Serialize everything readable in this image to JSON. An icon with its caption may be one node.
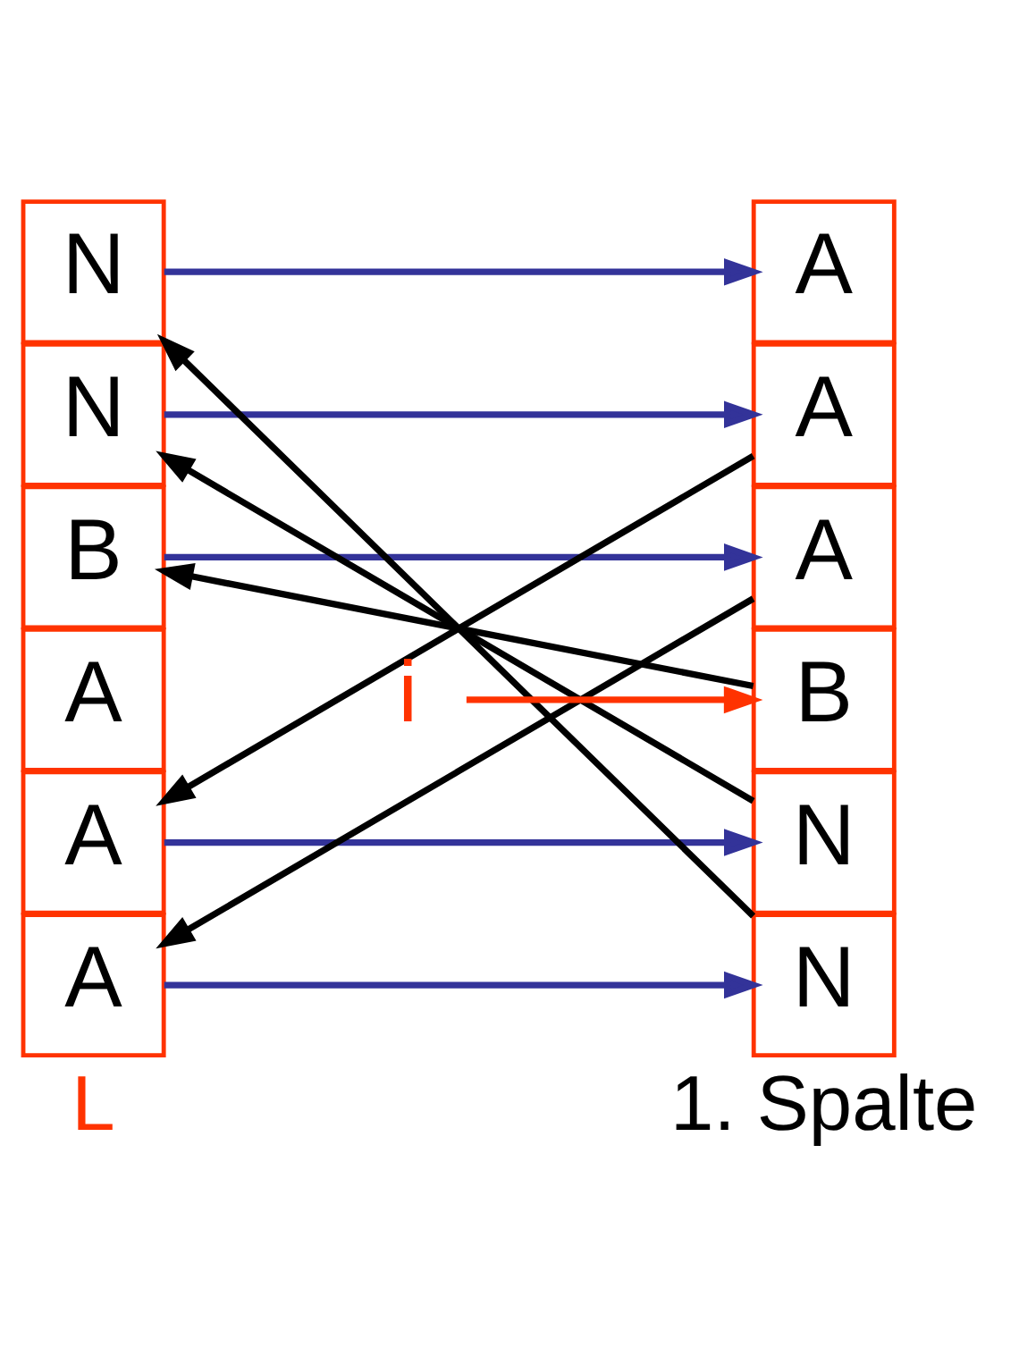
{
  "diagram": {
    "nodes": [
      {
        "text": [
          "N"
        ]
      },
      {
        "text": [
          "N"
        ]
      },
      {
        "text": [
          "B"
        ]
      },
      {
        "text": [
          "A"
        ]
      },
      {
        "text": [
          "A"
        ]
      },
      {
        "text": [
          "A"
        ]
      },
      {
        "text": [
          "A"
        ]
      },
      {
        "text": [
          "A"
        ]
      },
      {
        "text": [
          "A"
        ]
      },
      {
        "text": [
          "B"
        ]
      },
      {
        "text": [
          "N"
        ]
      },
      {
        "text": [
          "N"
        ]
      },
      {
        "text": [
          "i"
        ]
      }
    ],
    "edges": [
      {
        "from": 0,
        "to": 6,
        "arrow": "to",
        "color": "#333399"
      },
      {
        "from": 1,
        "to": 7,
        "arrow": "to",
        "color": "#333399"
      },
      {
        "from": 2,
        "to": 8,
        "arrow": "to",
        "color": "#333399"
      },
      {
        "from": 4,
        "to": 10,
        "arrow": "to",
        "color": "#333399"
      },
      {
        "from": 5,
        "to": 11,
        "arrow": "to",
        "color": "#333399"
      },
      {
        "from": 7,
        "to": 4,
        "arrow": "to",
        "color": "#000000"
      },
      {
        "from": 8,
        "to": 5,
        "arrow": "to",
        "color": "#000000"
      },
      {
        "from": 9,
        "to": 2,
        "arrow": "to",
        "color": "#000000"
      },
      {
        "from": 10,
        "to": 1,
        "arrow": "to",
        "color": "#000000"
      },
      {
        "from": 11,
        "to": 0,
        "arrow": "to",
        "color": "#000000"
      },
      {
        "from": 12,
        "to": 9,
        "arrow": "to",
        "color": "#ff3300"
      }
    ],
    "labels": [
      "L",
      "1. Spalte"
    ]
  }
}
